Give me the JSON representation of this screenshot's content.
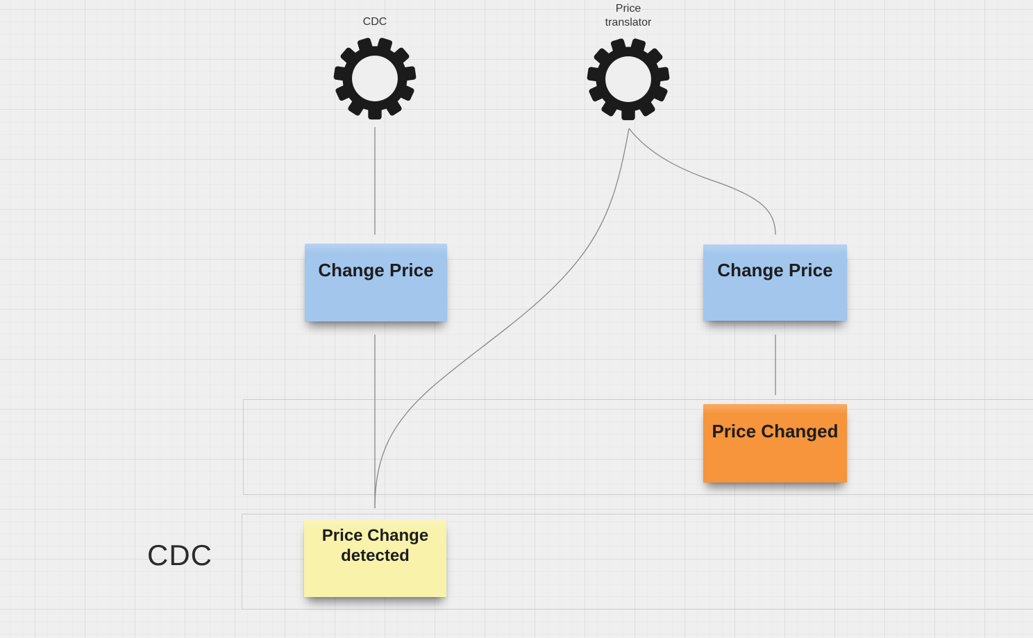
{
  "board": {
    "background_color": "#efefef",
    "grid_major_color": "#e2e2e2",
    "grid_minor_color": "#eaeaea",
    "lane_label": "CDC",
    "note_text_color": "#1d1d1d"
  },
  "actors": {
    "cdc": {
      "label": "CDC",
      "icon": "gear-icon",
      "color": "#1b1b1b"
    },
    "price_translator": {
      "label": "Price translator",
      "icon": "gear-icon",
      "color": "#1b1b1b"
    }
  },
  "notes": {
    "change_price_left": {
      "text": "Change Price",
      "color": "#a3c6ed"
    },
    "change_price_right": {
      "text": "Change Price",
      "color": "#a3c6ed"
    },
    "price_changed": {
      "text": "Price Changed",
      "color": "#f6953c"
    },
    "price_change_detected": {
      "text": "Price Change detected",
      "color": "#f8f2ab"
    }
  },
  "connectors": {
    "color": "#878787",
    "arrow_color": "#4c4c4c",
    "list": [
      {
        "id": "cdc-to-change-price",
        "from": "cdc-gear",
        "to": "change-price-left"
      },
      {
        "id": "change-price-to-detected",
        "from": "change-price-left",
        "to": "price-change-detected"
      },
      {
        "id": "translator-to-change-price",
        "from": "price-translator-gear",
        "to": "change-price-right"
      },
      {
        "id": "translator-to-detected",
        "from": "price-translator-gear",
        "to": "price-change-detected"
      },
      {
        "id": "change-price-to-price-changed",
        "from": "change-price-right",
        "to": "price-changed"
      }
    ]
  }
}
